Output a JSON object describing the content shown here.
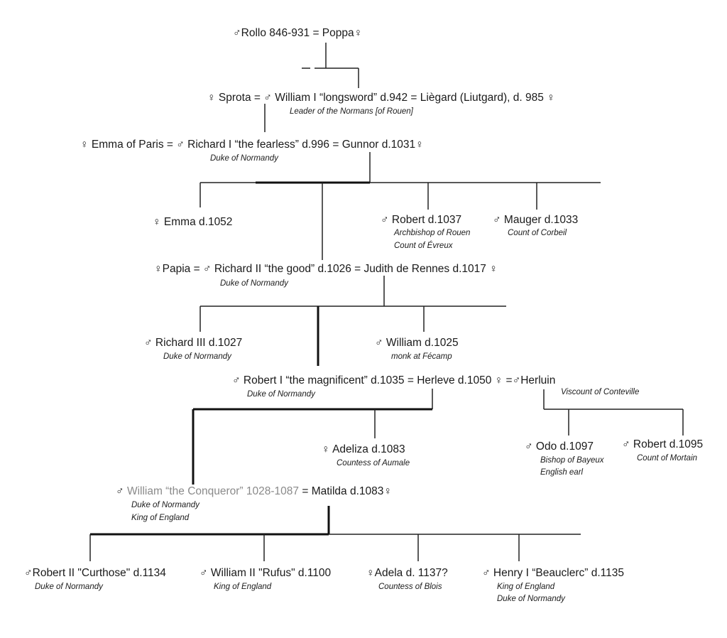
{
  "people": {
    "rollo": {
      "name": "♂Rollo 846-931 = Poppa♀"
    },
    "sprota": {
      "name": "♀ Sprota = ♂ William I “longsword” d.942 = Liègard (Liutgard), d. 985 ♀",
      "sub": "Leader of the Normans [of Rouen]"
    },
    "richard1": {
      "name": "♀ Emma of Paris =  ♂ Richard I “the fearless” d.996 = Gunnor d.1031♀",
      "sub": "Duke of Normandy"
    },
    "emma": {
      "name": "♀ Emma d.1052"
    },
    "robert_abp": {
      "name": "♂ Robert  d.1037",
      "sub1": "Archbishop of Rouen",
      "sub2": "Count of Évreux"
    },
    "mauger": {
      "name": "♂ Mauger d.1033",
      "sub": "Count of Corbeil"
    },
    "richard2": {
      "name": "♀Papia = ♂ Richard II  “the good”  d.1026 =  Judith de Rennes d.1017 ♀",
      "sub": "Duke of Normandy"
    },
    "richard3": {
      "name": "♂  Richard III  d.1027",
      "sub": "Duke of Normandy"
    },
    "william_monk": {
      "name": "♂ William d.1025",
      "sub": "monk at Fécamp"
    },
    "robert1": {
      "name": "♂ Robert I “the magnificent” d.1035 = Herleve d.1050 ♀  =♂Herluin",
      "sub1": "Duke of Normandy",
      "sub2": "Viscount of Conteville"
    },
    "adeliza": {
      "name": "♀  Adeliza d.1083",
      "sub": "Countess of Aumale"
    },
    "odo": {
      "name": "♂ Odo  d.1097",
      "sub1": "Bishop of Bayeux",
      "sub2": "English earl"
    },
    "robert_mortain": {
      "name": "♂ Robert d.1095",
      "sub": "Count of Mortain"
    },
    "conqueror": {
      "sym": "♂ ",
      "name": "William “the Conqueror” 1028-1087",
      "spouse": " = Matilda d.1083♀",
      "sub1": "Duke of Normandy",
      "sub2": "King of England"
    },
    "robert2": {
      "name": "♂Robert II \"Curthose\" d.1134",
      "sub": "Duke of Normandy"
    },
    "rufus": {
      "name": "♂ William II \"Rufus\" d.1100",
      "sub": "King of England"
    },
    "adela": {
      "name": "♀Adela d. 1137?",
      "sub": "Countess of Blois"
    },
    "henry1": {
      "name": "♂ Henry I “Beauclerc” d.1135",
      "sub1": "King of England",
      "sub2": "Duke of Normandy"
    }
  }
}
